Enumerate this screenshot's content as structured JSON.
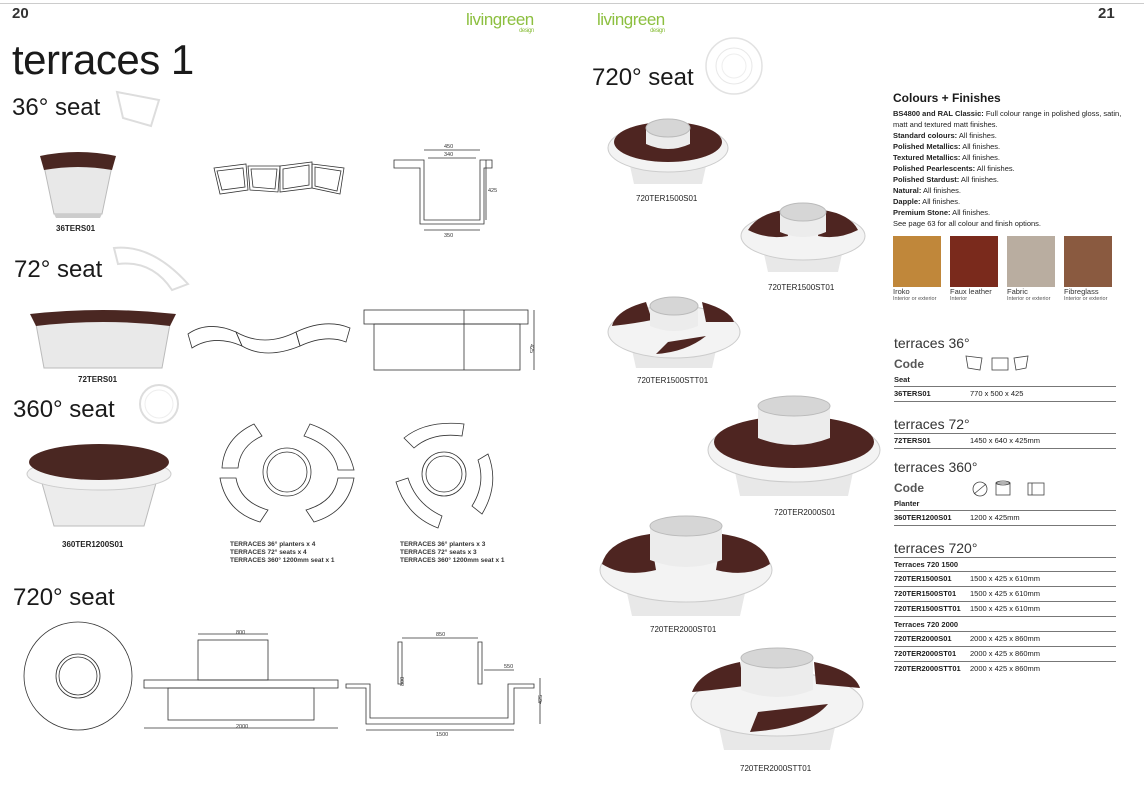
{
  "pages": {
    "left_number": "20",
    "right_number": "21"
  },
  "logo": {
    "word": "livingreen",
    "sub": "design"
  },
  "left": {
    "title": "terraces 1",
    "sections": [
      {
        "heading": "36° seat",
        "product_code": "36TERS01",
        "dims": {
          "overall": "450",
          "inner": "340",
          "height": "425",
          "base": "350"
        }
      },
      {
        "heading": "72° seat",
        "product_code": "72TERS01",
        "dims": {
          "height": "425"
        }
      },
      {
        "heading": "360° seat",
        "product_code": "360TER1200S01",
        "notes_a": [
          "TERRACES 36° planters x 4",
          "TERRACES 72° seats x 4",
          "TERRACES 360° 1200mm seat x 1"
        ],
        "notes_b": [
          "TERRACES 36° planters x 3",
          "TERRACES 72° seats x 3",
          "TERRACES 360° 1200mm seat x 1"
        ]
      },
      {
        "heading": "720° seat",
        "dims": {
          "top": "800",
          "width": "2000",
          "top2": "850",
          "step": "550",
          "h1": "800",
          "h2": "425",
          "base": "1500"
        }
      }
    ]
  },
  "right": {
    "heading": "720° seat",
    "products": [
      "720TER1500S01",
      "720TER1500ST01",
      "720TER1500STT01",
      "720TER2000S01",
      "720TER2000ST01",
      "720TER2000STT01"
    ],
    "colours": {
      "title": "Colours + Finishes",
      "lines": [
        {
          "label": "BS4800 and RAL Classic:",
          "text": " Full colour range in polished gloss, satin,"
        },
        {
          "label": "",
          "text": "matt and textured matt finishes."
        },
        {
          "label": "Standard colours:",
          "text": " All finishes."
        },
        {
          "label": "Polished Metallics:",
          "text": " All finishes."
        },
        {
          "label": "Textured Metallics:",
          "text": " All finishes."
        },
        {
          "label": "Polished Pearlescents:",
          "text": " All finishes."
        },
        {
          "label": "Polished Stardust:",
          "text": " All finishes."
        },
        {
          "label": "Natural:",
          "text": " All finishes."
        },
        {
          "label": "Dapple:",
          "text": " All finishes."
        },
        {
          "label": "Premium Stone:",
          "text": " All finishes."
        },
        {
          "label": "",
          "text": "See page 63 for all colour and finish options."
        }
      ],
      "swatches": [
        {
          "name": "Iroko",
          "sub": "Interior or exterior",
          "color": "#c0873a"
        },
        {
          "name": "Faux leather",
          "sub": "Interior",
          "color": "#7a2a1c"
        },
        {
          "name": "Fabric",
          "sub": "Interior or exterior",
          "color": "#b9ada0"
        },
        {
          "name": "Fibreglass",
          "sub": "Interior or exterior",
          "color": "#8a5a40"
        }
      ]
    },
    "specs": {
      "t36": {
        "heading": "terraces 36°",
        "code": "Code",
        "sub": "Seat",
        "rows": [
          {
            "code": "36TERS01",
            "size": "770 x 500 x 425"
          }
        ]
      },
      "t72": {
        "heading": "terraces 72°",
        "rows": [
          {
            "code": "72TERS01",
            "size": "1450 x 640 x 425mm"
          }
        ]
      },
      "t360": {
        "heading": "terraces 360°",
        "code": "Code",
        "sub": "Planter",
        "rows": [
          {
            "code": "360TER1200S01",
            "size": "1200 x 425mm"
          }
        ]
      },
      "t720": {
        "heading": "terraces 720°",
        "group1": "Terraces 720 1500",
        "rows1": [
          {
            "code": "720TER1500S01",
            "size": "1500 x 425 x 610mm"
          },
          {
            "code": "720TER1500ST01",
            "size": "1500 x 425 x 610mm"
          },
          {
            "code": "720TER1500STT01",
            "size": "1500 x 425 x 610mm"
          }
        ],
        "group2": "Terraces 720 2000",
        "rows2": [
          {
            "code": "720TER2000S01",
            "size": "2000 x 425 x 860mm"
          },
          {
            "code": "720TER2000ST01",
            "size": "2000 x 425 x 860mm"
          },
          {
            "code": "720TER2000STT01",
            "size": "2000 x 425 x 860mm"
          }
        ]
      }
    }
  },
  "colors": {
    "brand_green": "#8cbf3f",
    "seat_brown": "#5b2a24",
    "body_white": "#f2f2f2"
  }
}
